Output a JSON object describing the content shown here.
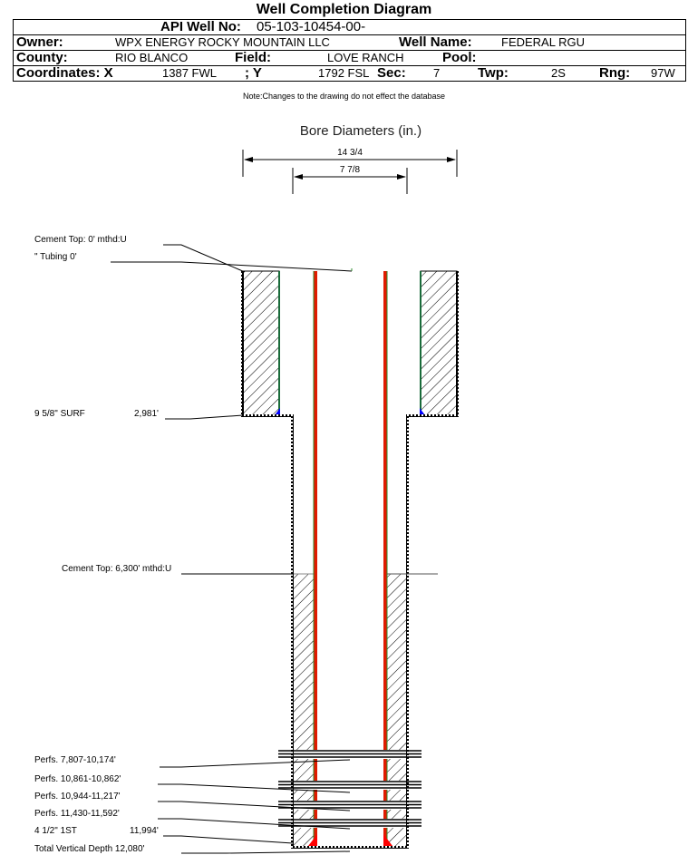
{
  "title": "Well Completion Diagram",
  "header": {
    "api_label": "API Well No:",
    "api_value": "05-103-10454-00-",
    "owner_label": "Owner:",
    "owner_value": "WPX ENERGY ROCKY MOUNTAIN LLC",
    "well_name_label": "Well Name:",
    "well_name_value": "FEDERAL RGU",
    "county_label": "County:",
    "county_value": "RIO BLANCO",
    "field_label": "Field:",
    "field_value": "LOVE RANCH",
    "pool_label": "Pool:",
    "pool_value": "",
    "coords_label": "Coordinates: X",
    "x_value": "1387 FWL",
    "y_label": "; Y",
    "y_value": "1792 FSL",
    "sec_label": "Sec:",
    "sec_value": "7",
    "twp_label": "Twp:",
    "twp_value": "2S",
    "rng_label": "Rng:",
    "rng_value": "97W"
  },
  "note": "Note:Changes to the drawing do not effect the database",
  "diagram": {
    "bore_title": "Bore Diameters (in.)",
    "bore_diameters": [
      "14 3/4",
      "7 7/8"
    ],
    "annotations": {
      "cement_top_1": "Cement Top: 0' mthd:U",
      "tubing": "\" Tubing 0'",
      "surface_casing": "9 5/8\" SURF",
      "surface_casing_depth": "2,981'",
      "cement_top_2": "Cement Top: 6,300' mthd:U",
      "perfs": [
        "Perfs. 7,807-10,174'",
        "Perfs. 10,861-10,862'",
        "Perfs. 10,944-11,217'",
        "Perfs. 11,430-11,592'"
      ],
      "production_casing": "4 1/2\" 1ST",
      "production_casing_depth": "11,994'",
      "total_depth": "Total Vertical Depth 12,080'"
    },
    "colors": {
      "casing_outline": "#000000",
      "surface_casing_inner": "#1a6b3a",
      "tubing_core": "#e01b00",
      "tubing_edge": "#2e8b2e",
      "surface_shoe": "#0000ff",
      "production_shoe": "#ff0000"
    }
  }
}
